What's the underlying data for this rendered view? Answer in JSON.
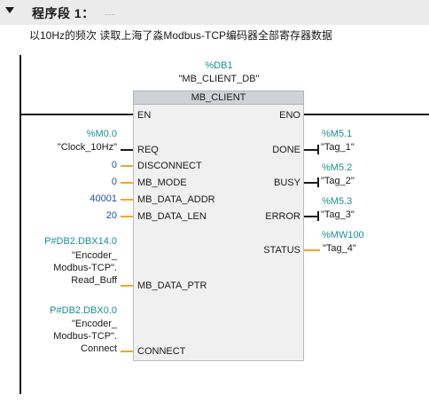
{
  "network": {
    "title": "程序段 1：",
    "placeholder": ".....",
    "comment": "以10Hz的频次 读取上海了淼Modbus-TCP编码器全部寄存器数据"
  },
  "instance": {
    "address": "%DB1",
    "name": "\"MB_CLIENT_DB\""
  },
  "block": {
    "name": "MB_CLIENT",
    "inputs": {
      "en": "EN",
      "req": "REQ",
      "disconnect": "DISCONNECT",
      "mode": "MB_MODE",
      "data_addr": "MB_DATA_ADDR",
      "data_len": "MB_DATA_LEN",
      "data_ptr": "MB_DATA_PTR",
      "connect": "CONNECT"
    },
    "outputs": {
      "eno": "ENO",
      "done": "DONE",
      "busy": "BUSY",
      "error": "ERROR",
      "status": "STATUS"
    }
  },
  "params": {
    "req": {
      "address": "%M0.0",
      "tag": "\"Clock_10Hz\""
    },
    "disconnect": {
      "value": "0"
    },
    "mode": {
      "value": "0"
    },
    "data_addr": {
      "value": "40001"
    },
    "data_len": {
      "value": "20"
    },
    "data_ptr": {
      "address": "P#DB2.DBX14.0",
      "line1": "\"Encoder_",
      "line2": "Modbus-TCP\".",
      "line3": "Read_Buff"
    },
    "connect": {
      "address": "P#DB2.DBX0.0",
      "line1": "\"Encoder_",
      "line2": "Modbus-TCP\".",
      "line3": "Connect"
    },
    "done": {
      "address": "%M5.1",
      "tag": "\"Tag_1\""
    },
    "busy": {
      "address": "%M5.2",
      "tag": "\"Tag_2\""
    },
    "error": {
      "address": "%M5.3",
      "tag": "\"Tag_3\""
    },
    "status": {
      "address": "%MW100",
      "tag": "\"Tag_4\""
    }
  },
  "colors": {
    "address": "#1a8f96",
    "constant": "#1f4fa8",
    "wire_parameter": "#f5a623",
    "wire_power": "#1a1a1a"
  },
  "icons": {
    "collapse": "triangle-down-icon"
  }
}
